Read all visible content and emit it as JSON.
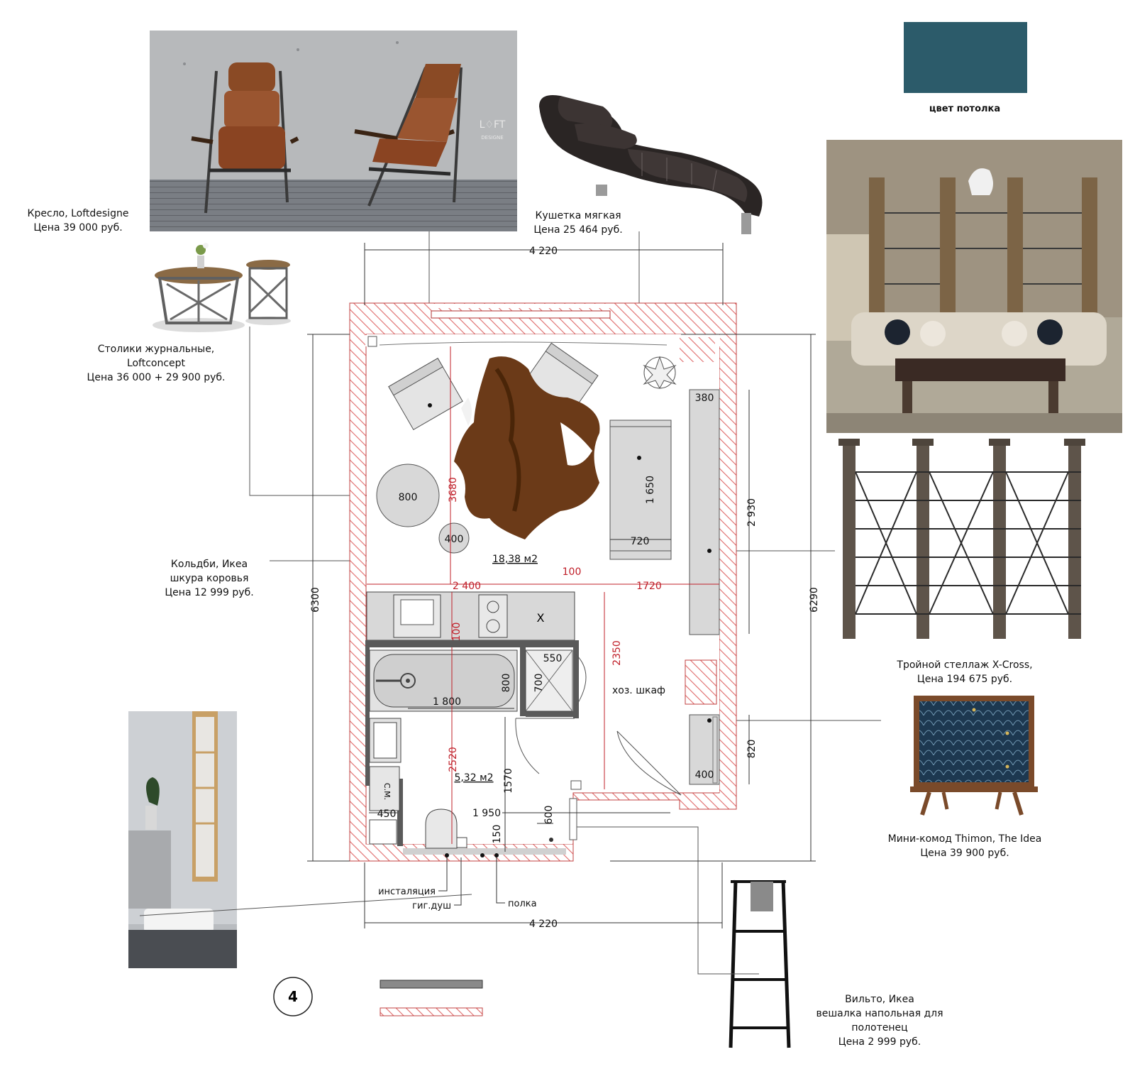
{
  "colors": {
    "ceiling": "#2c5b6a",
    "wall_hatch": "#e06a6a",
    "red_dim": "#c0202a",
    "gray_fill": "#d8d8d8",
    "dark_wall": "#5a5a5a"
  },
  "ceiling_color": {
    "label": "цвет потолка"
  },
  "page_number": "4",
  "products": {
    "armchair": {
      "line1": "Кресло, Loftdesigne",
      "line2": "Цена 39 000 руб."
    },
    "chaise": {
      "line1": "Кушетка мягкая",
      "line2": "Цена 25 464 руб."
    },
    "tables": {
      "line1": "Столики журнальные,",
      "line2": "Loftconcept",
      "line3": "Цена 36 000 + 29 900 руб."
    },
    "rug": {
      "line1": "Кольдби, Икеа",
      "line2": "шкура коровья",
      "line3": "Цена 12 999 руб."
    },
    "shelving": {
      "line1": "Тройной стеллаж X-Cross,",
      "line2": "Цена 194 675 руб."
    },
    "dresser": {
      "line1": "Мини-комод Thimon, The Idea",
      "line2": "Цена 39 900 руб."
    },
    "towel_rack": {
      "line1": "Вильто, Икеа",
      "line2": "вешалка напольная для",
      "line3": "полотенец",
      "line4": "Цена 2 999 руб."
    }
  },
  "plan": {
    "dims": {
      "top_width": "4 220",
      "bottom_width": "4 220",
      "left_height": "6300",
      "right_height": "6290",
      "mid_left": "2 400",
      "mid_gap": "100",
      "mid_right": "1720",
      "shelf_depth": "380",
      "sofa_len": "1 650",
      "sofa_w": "720",
      "shelf_len": "2 930",
      "round_table": "800",
      "small_table": "400",
      "living_red": "3680",
      "kitchen_red": "100",
      "bath_red": "2520",
      "closet_red": "2350",
      "closet_w": "550",
      "closet_d": "700",
      "tub_w": "800",
      "tub_len": "1 800",
      "bath_inner": "1 950",
      "bath_h": "1570",
      "niche": "600",
      "dresser_w": "400",
      "dresser_h": "820",
      "wc_w": "450",
      "shelf_150": "150"
    },
    "area_living": "18,38 м2",
    "area_bath": "5,32 м2",
    "closet_label": "хоз. шкаф",
    "tm_label": "С.М.",
    "x_mark": "Х",
    "bath_labels": {
      "install": "инсталяция",
      "shower": "гиг.душ",
      "shelf": "полка"
    },
    "logo": {
      "line1": "L♢FT",
      "line2": "DESIGNE"
    }
  }
}
